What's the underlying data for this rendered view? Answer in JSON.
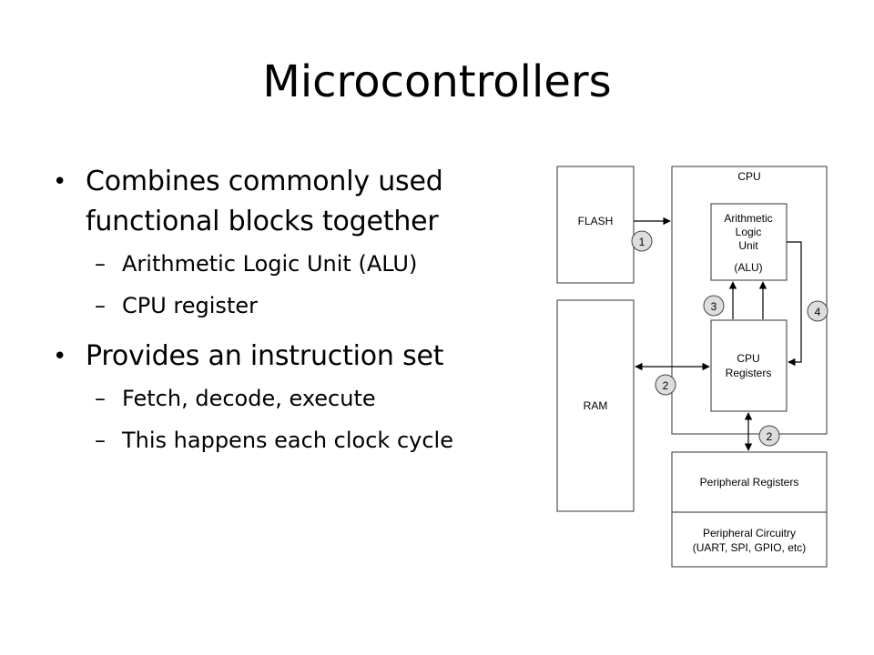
{
  "title": "Microcontrollers",
  "bullets": [
    {
      "text": "Combines commonly used functional blocks together",
      "sub": [
        "Arithmetic Logic Unit (ALU)",
        "CPU register"
      ]
    },
    {
      "text": "Provides an instruction set",
      "sub": [
        "Fetch, decode, execute",
        "This happens each clock cycle"
      ]
    }
  ],
  "diagram": {
    "flash": "FLASH",
    "ram": "RAM",
    "cpu": "CPU",
    "alu": [
      "Arithmetic",
      "Logic",
      "Unit",
      "(ALU)"
    ],
    "cpu_registers": [
      "CPU",
      "Registers"
    ],
    "peripheral_registers": "Peripheral Registers",
    "peripheral_circuitry": [
      "Peripheral Circuitry",
      "(UART, SPI, GPIO, etc)"
    ],
    "markers": [
      "1",
      "2",
      "3",
      "4",
      "2"
    ]
  }
}
